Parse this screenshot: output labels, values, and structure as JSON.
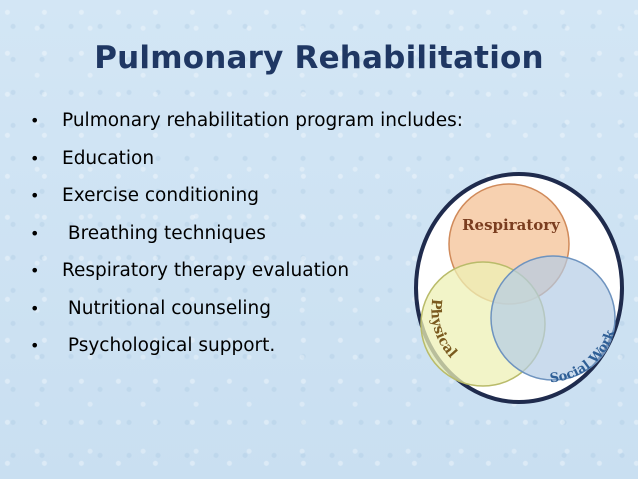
{
  "slide": {
    "title": "Pulmonary Rehabilitation",
    "bullets": [
      "Pulmonary rehabilitation program includes:",
      "Education",
      "Exercise conditioning",
      " Breathing techniques",
      "Respiratory therapy evaluation",
      " Nutritional counseling",
      " Psychological support."
    ]
  },
  "diagram": {
    "labels": {
      "top": "Respiratory",
      "left": "Physical",
      "right": "Social Work"
    },
    "colors": {
      "top_fill": "#f6c9a2",
      "left_fill": "#eef0b6",
      "right_fill": "#b4cce6",
      "outer_ring": "#1f2b4d",
      "label_text": "#7a3d1f",
      "right_text": "#2f5f96",
      "bullet_dot": "#000000"
    }
  }
}
